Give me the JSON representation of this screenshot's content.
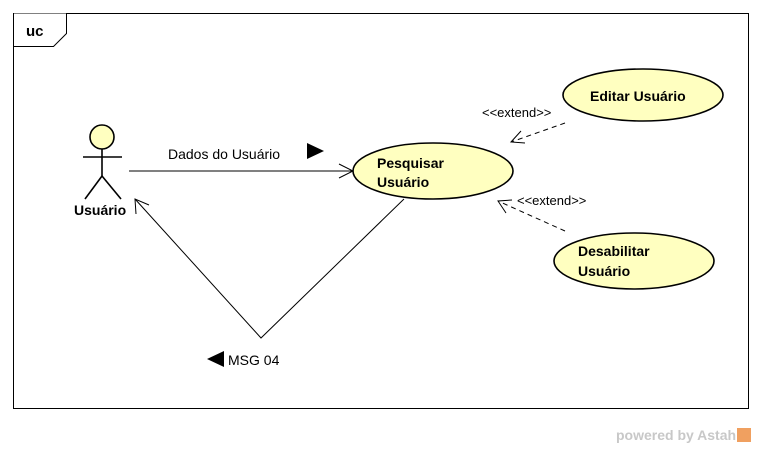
{
  "frame": {
    "tag": "uc"
  },
  "actor": {
    "name": "Usuário"
  },
  "use_cases": {
    "pesquisar": {
      "line1": "Pesquisar",
      "line2": "Usuário"
    },
    "editar": {
      "label": "Editar Usuário"
    },
    "desabilitar": {
      "line1": "Desabilitar",
      "line2": "Usuário"
    }
  },
  "messages": {
    "to_usecase": "Dados do Usuário",
    "to_actor": "MSG 04"
  },
  "relations": {
    "extend_editar": "<<extend>>",
    "extend_desabilitar": "<<extend>>"
  },
  "colors": {
    "usecase_fill": "#ffffc0",
    "stroke": "#000000"
  },
  "watermark": {
    "text": "powered by Astah"
  }
}
